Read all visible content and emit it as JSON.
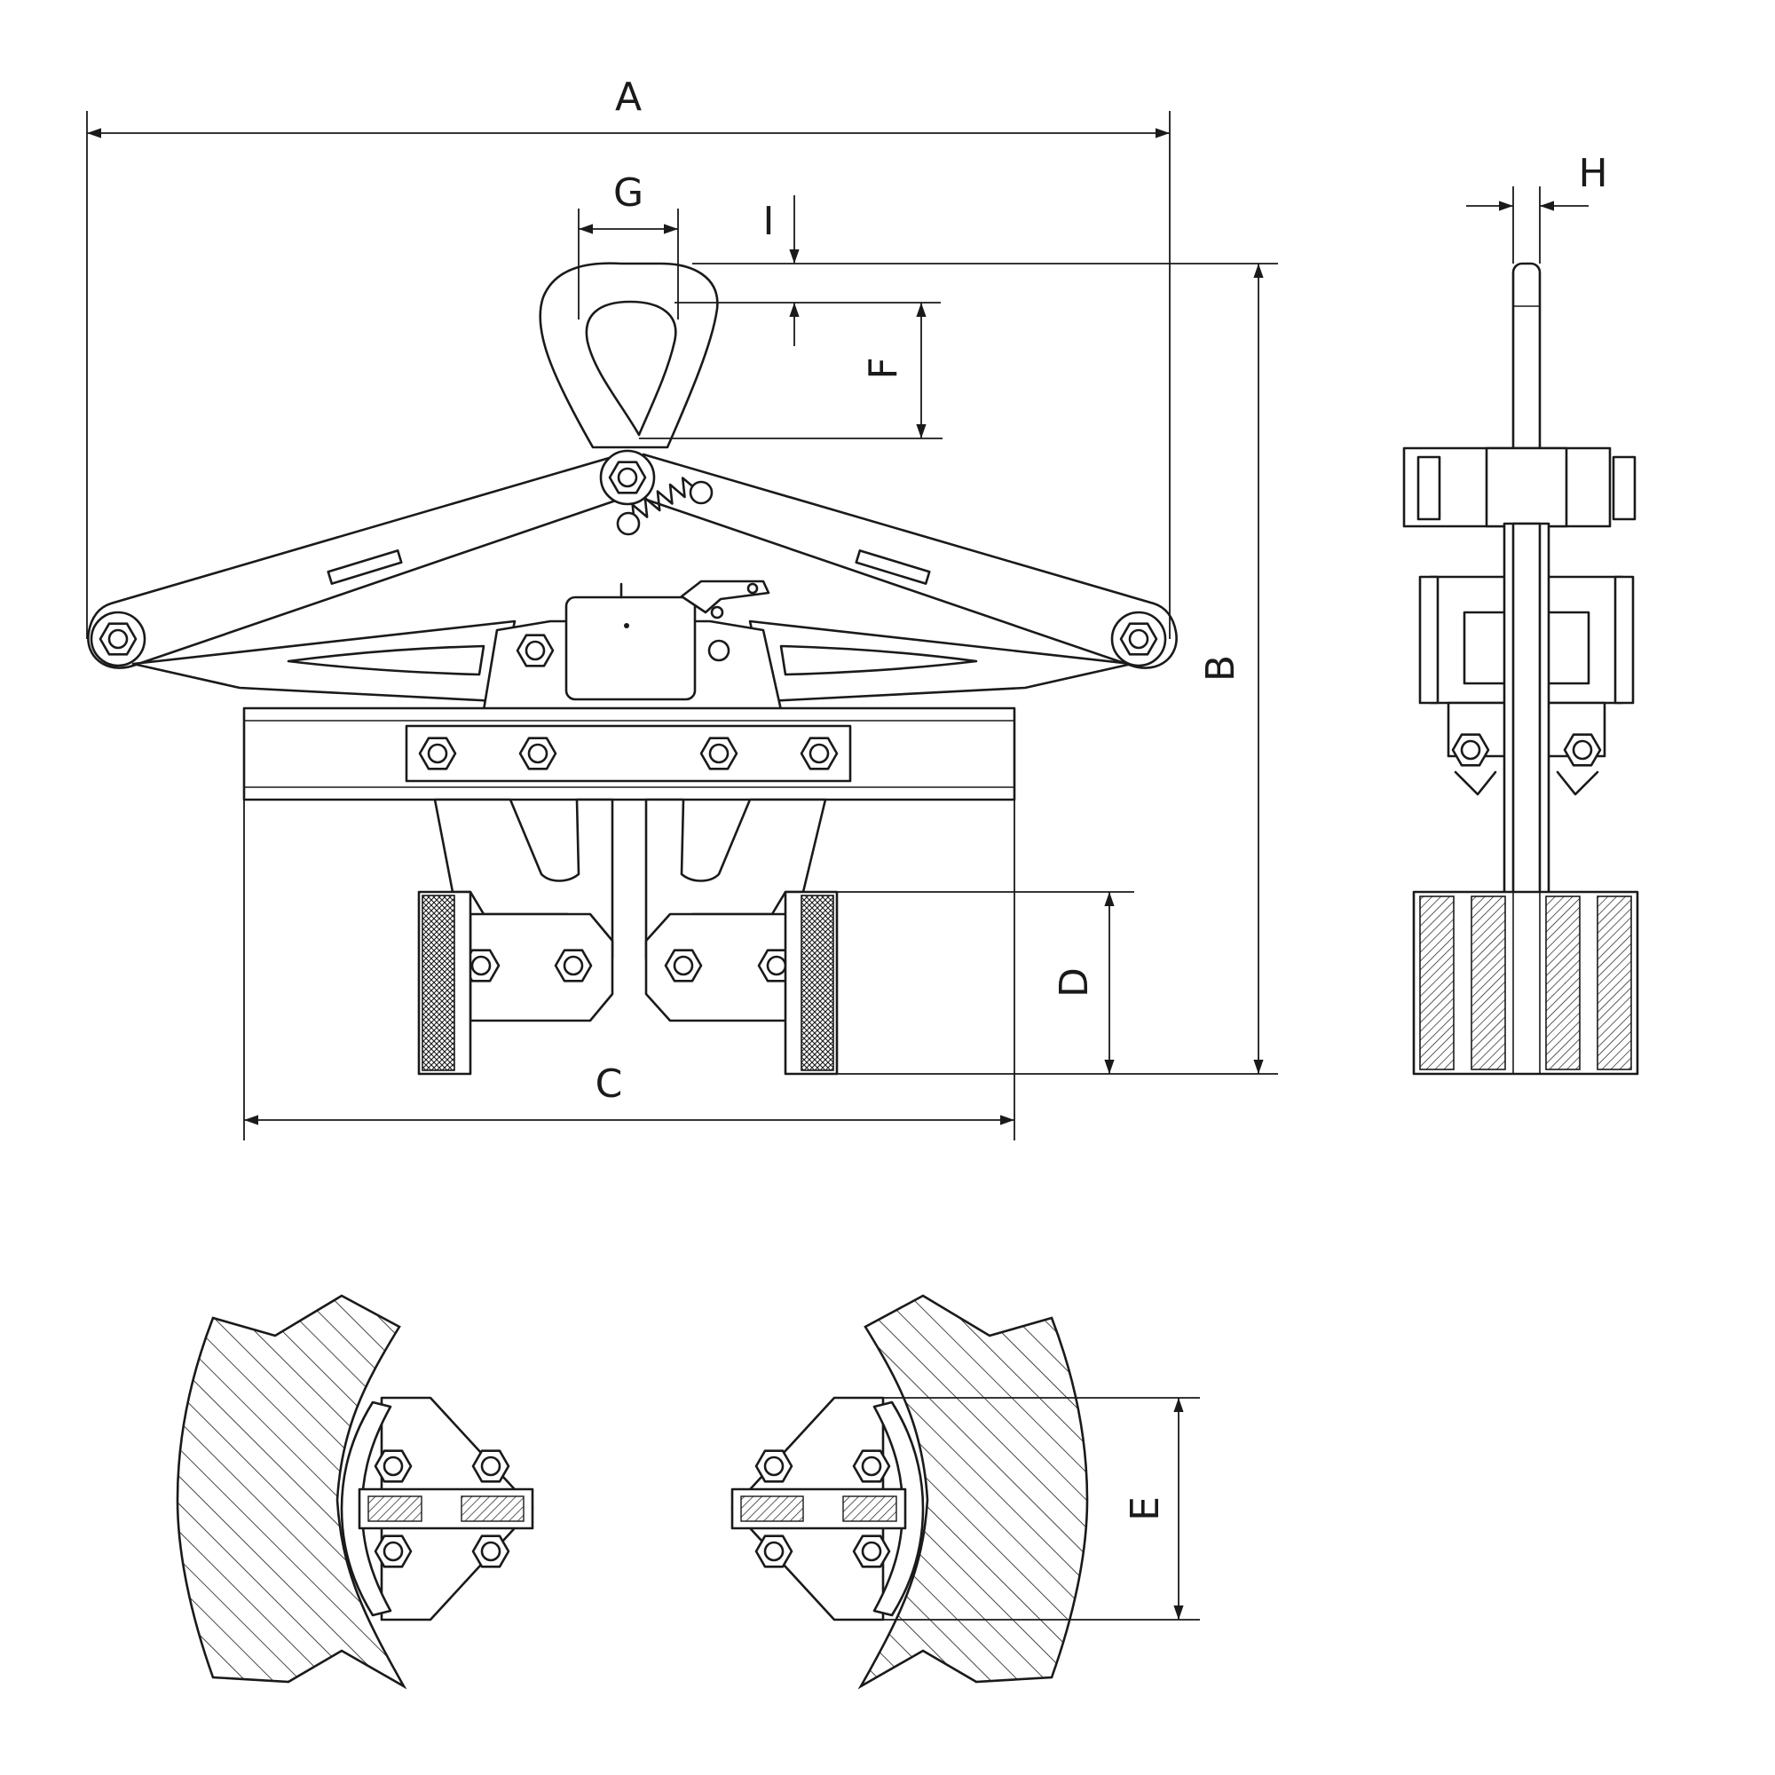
{
  "dimension_labels": {
    "overall_width": "A",
    "overall_height": "B",
    "jaw_opening": "C",
    "pad_height": "D",
    "pad_contact_height": "E",
    "eye_inner_height": "F",
    "eye_inner_width": "G",
    "plate_thickness": "H",
    "eye_offset": "I"
  },
  "colors": {
    "line": "#1a1a1a",
    "background": "#ffffff"
  }
}
